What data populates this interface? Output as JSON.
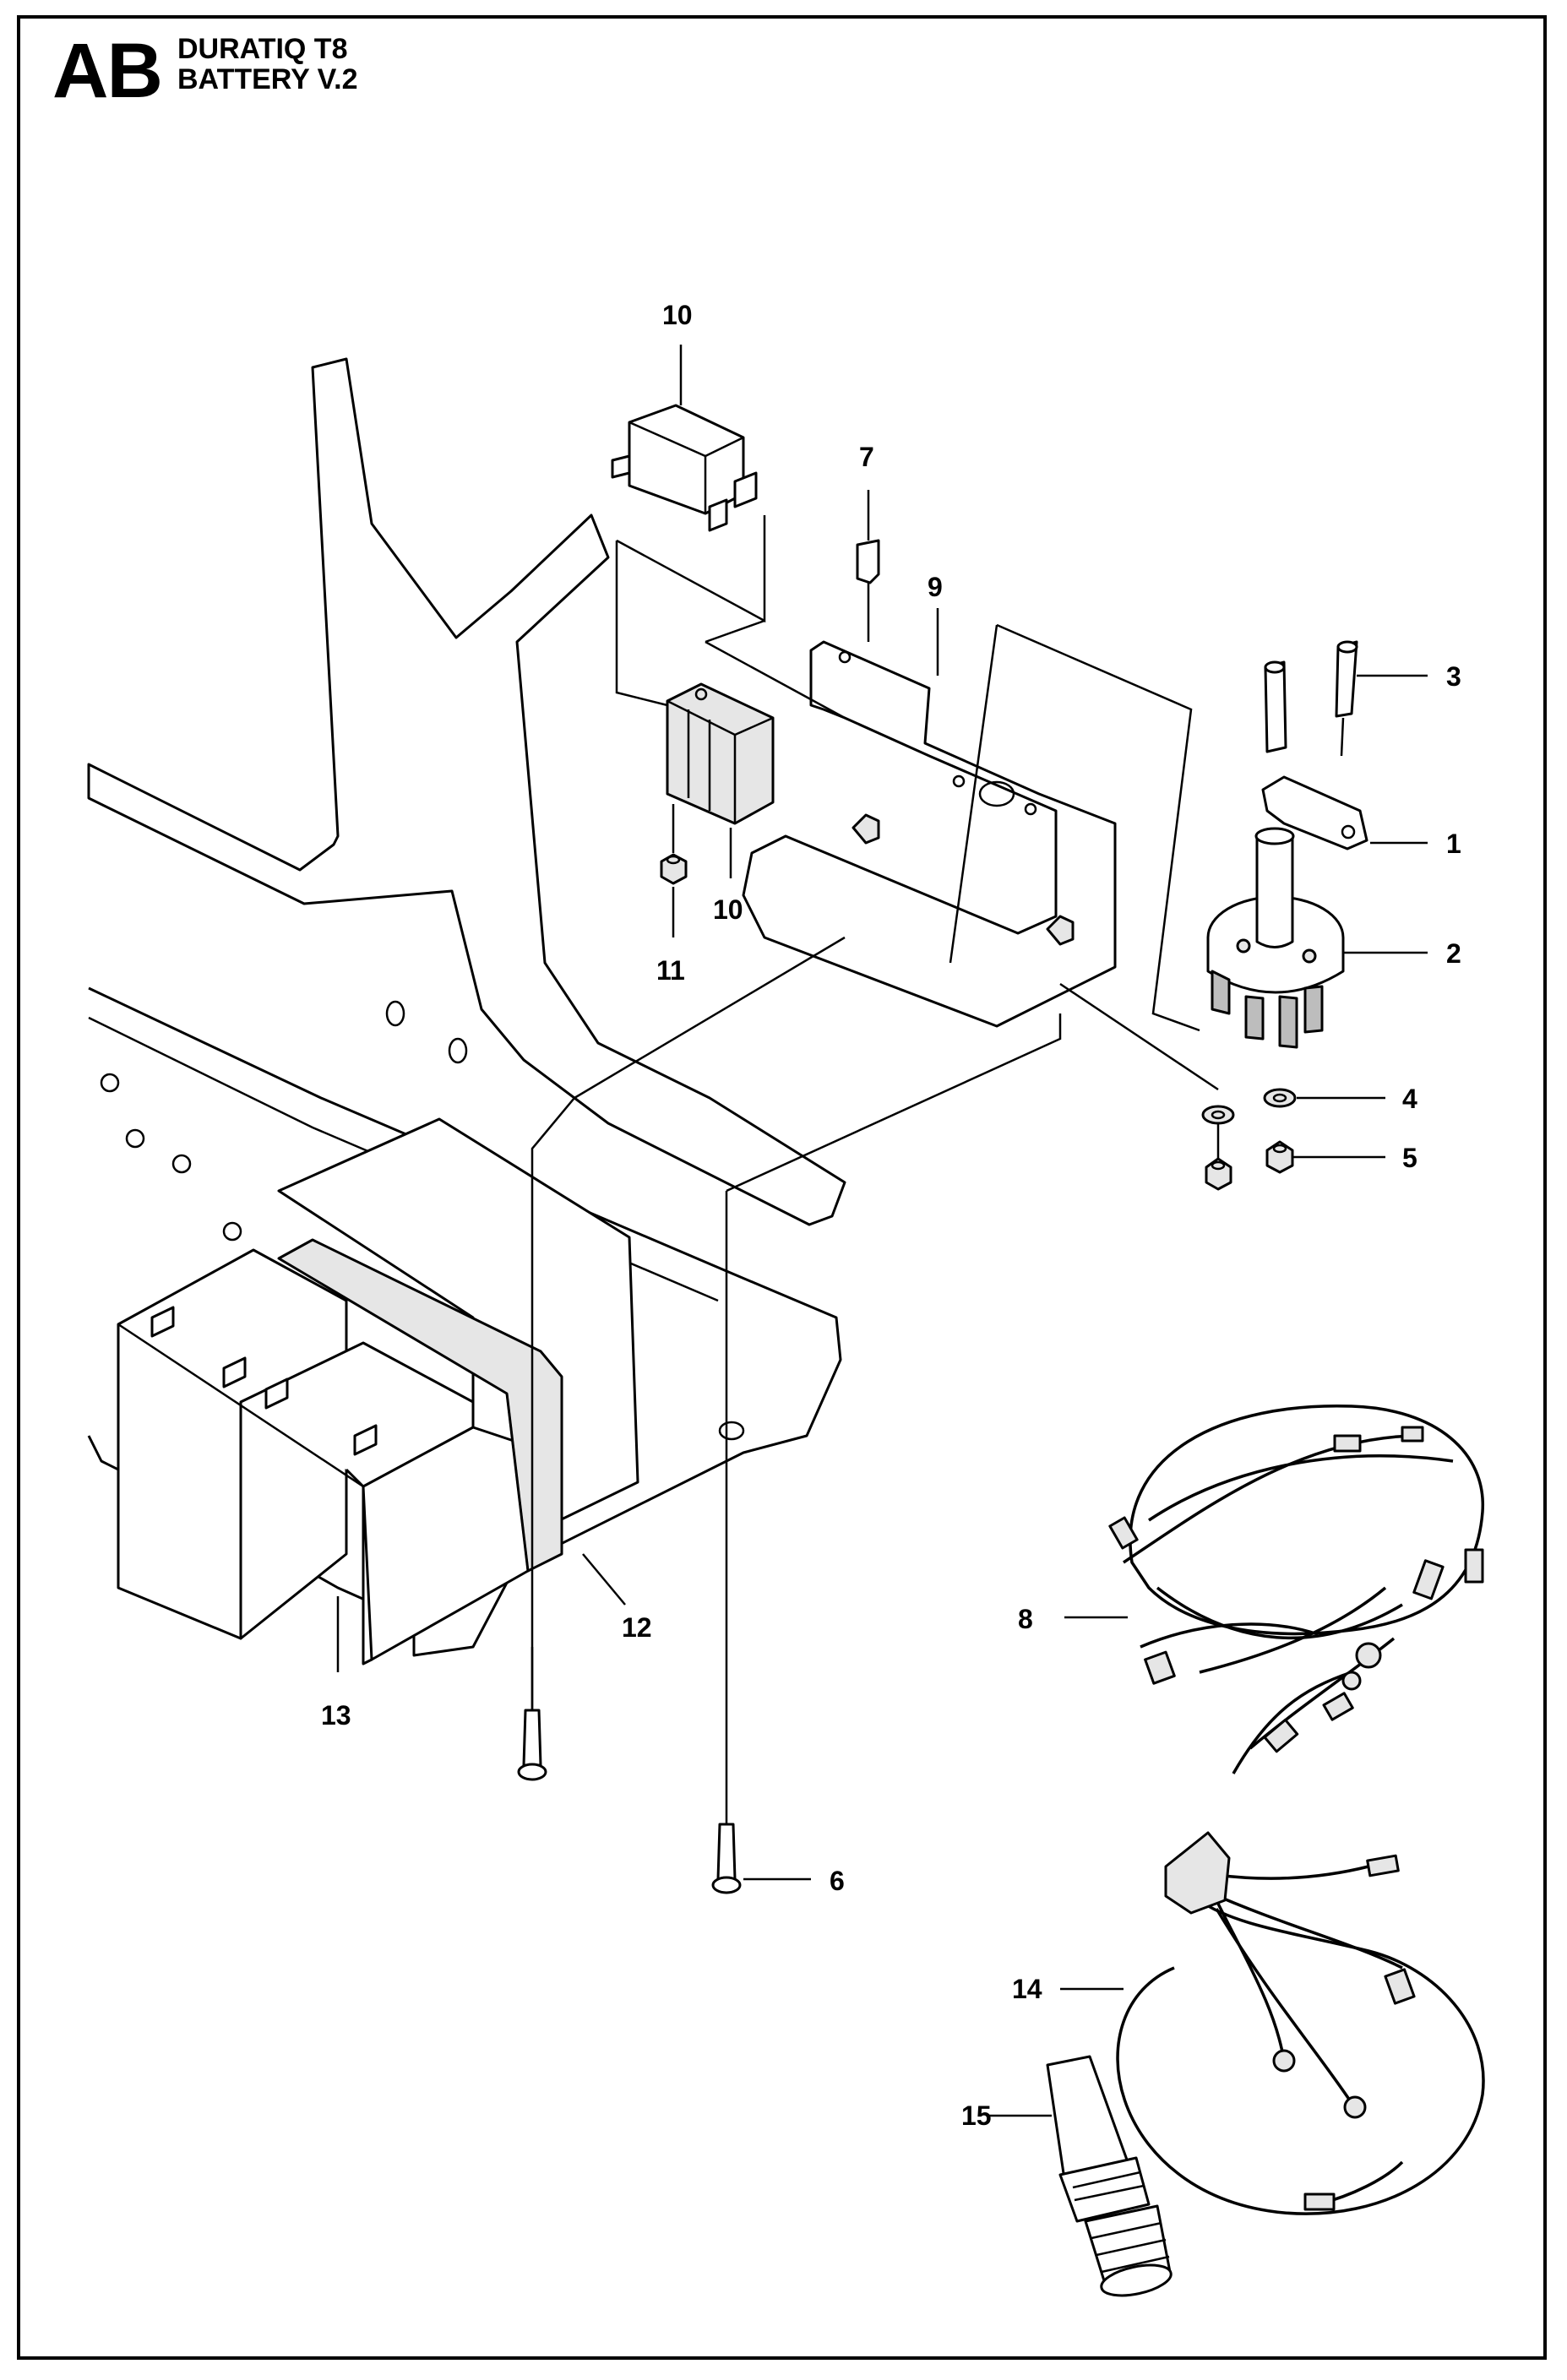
{
  "header": {
    "code": "AB",
    "title_line1": "DURATIQ T8",
    "title_line2": "BATTERY V.2"
  },
  "callouts": [
    "1",
    "2",
    "3",
    "4",
    "5",
    "6",
    "7",
    "8",
    "9",
    "10",
    "10",
    "11",
    "12",
    "13",
    "14",
    "15"
  ],
  "colors": {
    "line": "#000000",
    "background": "#ffffff",
    "shade": "#e6e6e6"
  }
}
